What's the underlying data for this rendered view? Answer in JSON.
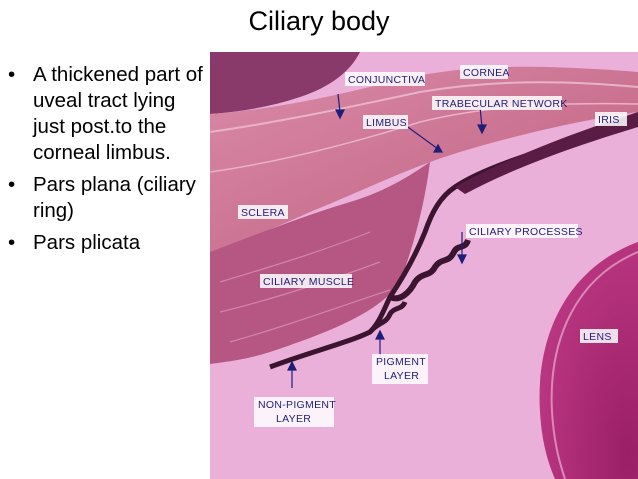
{
  "slide": {
    "title": "Ciliary body",
    "bullets": [
      "A thickened part of uveal tract lying just post.to the corneal limbus.",
      "Pars plana (ciliary ring)",
      "Pars plicata"
    ]
  },
  "figure": {
    "labels": {
      "conjunctiva": "CONJUNCTIVA",
      "cornea": "CORNEA",
      "trabecular": "TRABECULAR NETWORK",
      "limbus": "LIMBUS",
      "iris": "IRIS",
      "sclera": "SCLERA",
      "ciliary_processes": "CILIARY PROCESSES",
      "ciliary_muscle": "CILIARY MUSCLE",
      "pigment_1": "PIGMENT",
      "pigment_2": "LAYER",
      "nonpigment_1": "NON-PIGMENT",
      "nonpigment_2": "LAYER",
      "lens": "LENS"
    },
    "colors": {
      "background_tissue": "#e6a8d4",
      "stroma": "#c96a8e",
      "pigment": "#3b1530",
      "lens": "#a2236e",
      "label": "#1e1e7a"
    }
  }
}
